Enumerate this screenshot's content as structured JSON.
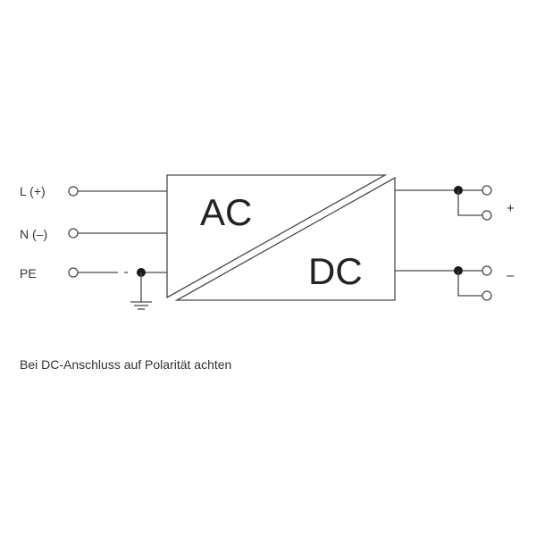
{
  "terminals": {
    "l_plus": "L (+)",
    "n_minus": "N (–)",
    "pe": "PE"
  },
  "converter": {
    "input_label": "AC",
    "output_label": "DC"
  },
  "outputs": {
    "plus": "+",
    "minus": "–"
  },
  "note": "Bei DC-Anschluss auf Polarität achten",
  "icons": [
    "ground-icon",
    "junction-dot",
    "terminal-circle"
  ]
}
